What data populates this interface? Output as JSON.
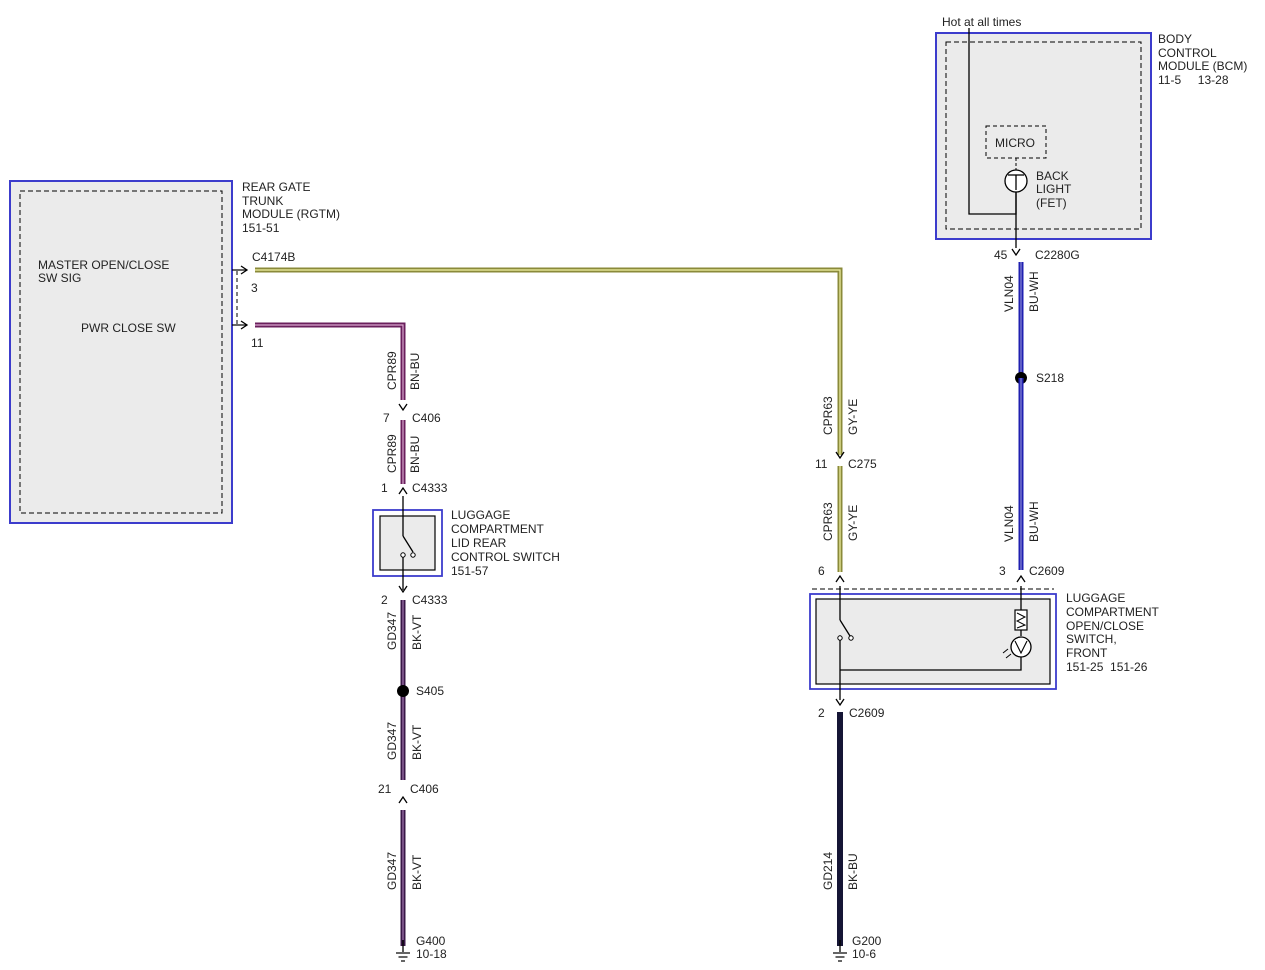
{
  "colors": {
    "module_border": "#3c3ccc",
    "module_fill": "#ebebeb",
    "wire_bn_bu": "#6a1f5c",
    "wire_gy_ye": "#8a8a3a",
    "wire_bu_wh": "#2020b0",
    "wire_bk_vt": "#3a1848",
    "wire_bk_bu": "#151535",
    "trace": "#000000"
  },
  "bcm": {
    "hot_label": "Hot at all times",
    "name_lines": [
      "BODY",
      "CONTROL",
      "MODULE (BCM)"
    ],
    "ref": "11-5     13-28",
    "micro_label": "MICRO",
    "backlight_lines": [
      "BACK",
      "LIGHT",
      "(FET)"
    ],
    "pin": "45",
    "connector": "C2280G"
  },
  "rgtm": {
    "name_lines": [
      "REAR GATE",
      "TRUNK",
      "MODULE (RGTM)"
    ],
    "ref": "151-51",
    "signal1_lines": [
      "MASTER OPEN/CLOSE",
      "SW SIG"
    ],
    "signal2": "PWR CLOSE SW",
    "connector": "C4174B",
    "pin1": "3",
    "pin2": "11"
  },
  "left_branch": {
    "wire_id": "CPR89",
    "wire_color": "BN-BU",
    "c406_pin_upper": "7",
    "c406": "C406",
    "c4333_pin1": "1",
    "c4333": "C4333",
    "switch_name_lines": [
      "LUGGAGE",
      "COMPARTMENT",
      "LID REAR",
      "CONTROL SWITCH"
    ],
    "switch_ref": "151-57",
    "c4333_pin2": "2",
    "ground_wire_id": "GD347",
    "ground_wire_color": "BK-VT",
    "splice": "S405",
    "c406_pin_lower": "21",
    "ground": "G400",
    "ground_ref": "10-18"
  },
  "middle_branch": {
    "wire_id": "CPR63",
    "wire_color": "GY-YE",
    "c275_pin": "11",
    "c275": "C275",
    "c2609_pin_top": "6",
    "c2609": "C2609",
    "c2609_pin_bottom": "2",
    "ground_wire_id": "GD214",
    "ground_wire_color": "BK-BU",
    "ground": "G200",
    "ground_ref": "10-6"
  },
  "right_branch": {
    "wire_id": "VLN04",
    "wire_color": "BU-WH",
    "splice": "S218",
    "c2609_pin": "3",
    "c2609": "C2609"
  },
  "front_switch": {
    "name_lines": [
      "LUGGAGE",
      "COMPARTMENT",
      "OPEN/CLOSE",
      "SWITCH,",
      "FRONT"
    ],
    "ref": "151-25  151-26"
  }
}
